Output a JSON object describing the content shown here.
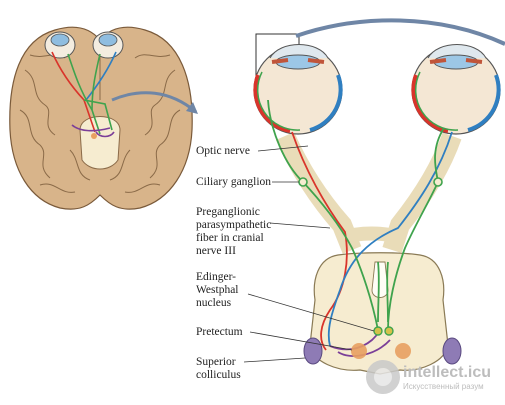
{
  "labels": {
    "optic_nerve": "Optic nerve",
    "ciliary_ganglion": "Ciliary ganglion",
    "preganglionic": "Preganglionic\nparasympathetic\nfiber in cranial\nnerve III",
    "edinger_westphal": "Edinger-\nWestphal\nnucleus",
    "pretectum": "Pretectum",
    "superior_colliculus": "Superior\ncolliculus"
  },
  "watermark": {
    "name": "intellect.icu",
    "tagline": "Искусственный разум"
  },
  "colors": {
    "red_pathway": "#d9342b",
    "blue_pathway": "#2f7fc1",
    "green_pathway": "#3fa34d",
    "purple_pathway": "#7b3f98",
    "brainstem": "#f6ecd0",
    "nucleus_orange": "#e8a060",
    "colliculus_purple": "#8e7bb5",
    "brain_tan": "#d8b48a"
  }
}
